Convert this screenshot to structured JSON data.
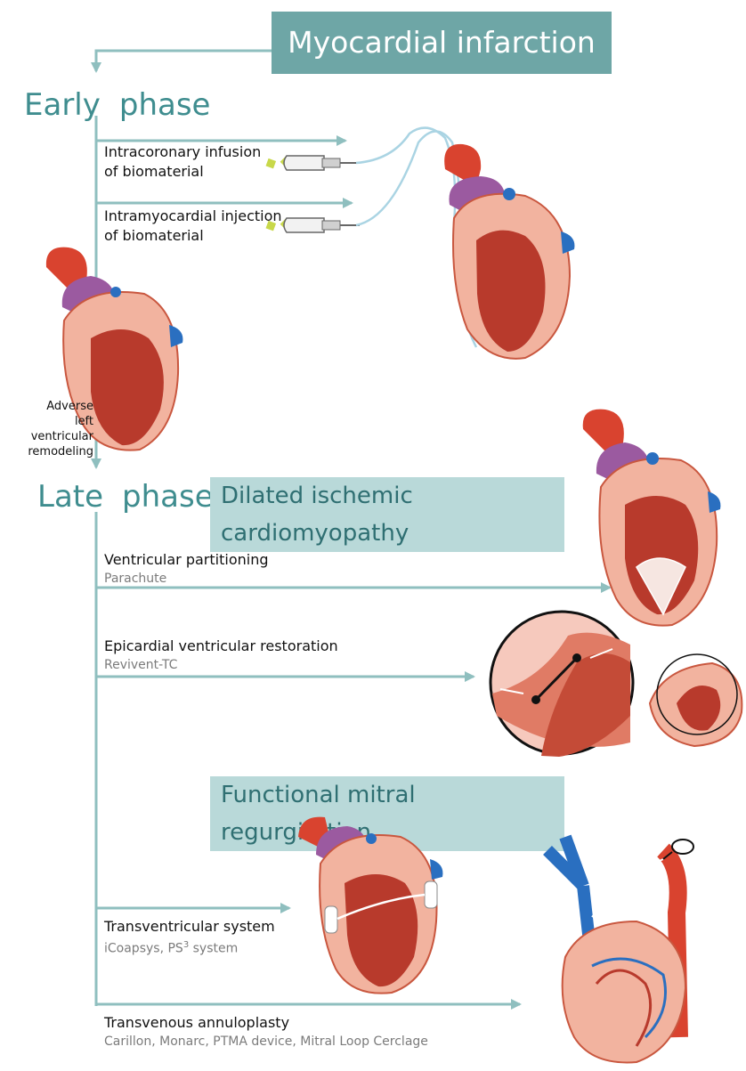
{
  "title": "Myocardial infarction",
  "early_phase": {
    "label_part1": "Early",
    "label_part2": "phase",
    "items": [
      {
        "line1": "Intracoronary infusion",
        "line2": "of biomaterial"
      },
      {
        "line1": "Intramyocardial injection",
        "line2": "of biomaterial"
      }
    ],
    "remodeling": {
      "line1": "Adverse",
      "line2": "left ventricular",
      "line3": "remodeling"
    }
  },
  "late_phase": {
    "label_part1": "Late",
    "label_part2": "phase",
    "section1": {
      "title": "Dilated ischemic cardiomyopathy",
      "items": [
        {
          "title": "Ventricular partitioning",
          "sub": "Parachute"
        },
        {
          "title": "Epicardial ventricular restoration",
          "sub": "Revivent-TC"
        }
      ]
    },
    "section2": {
      "title": "Functional mitral regurgitation",
      "items": [
        {
          "title": "Transventricular system",
          "sub_pre": "iCoapsys, PS",
          "sub_sup": "3",
          "sub_post": " system"
        },
        {
          "title": "Transvenous annuloplasty",
          "sub": "Carillon, Monarc, PTMA device, Mitral Loop Cerclage"
        }
      ]
    }
  },
  "colors": {
    "teal": "#6ea6a6",
    "teal_light": "#b9d9d9",
    "teal_text": "#3f8d8f",
    "line": "#8fbfbf",
    "heart_red": "#e0533f",
    "heart_pink": "#f2b39f",
    "purple": "#9b5aa0",
    "blue": "#2a6fc0"
  }
}
